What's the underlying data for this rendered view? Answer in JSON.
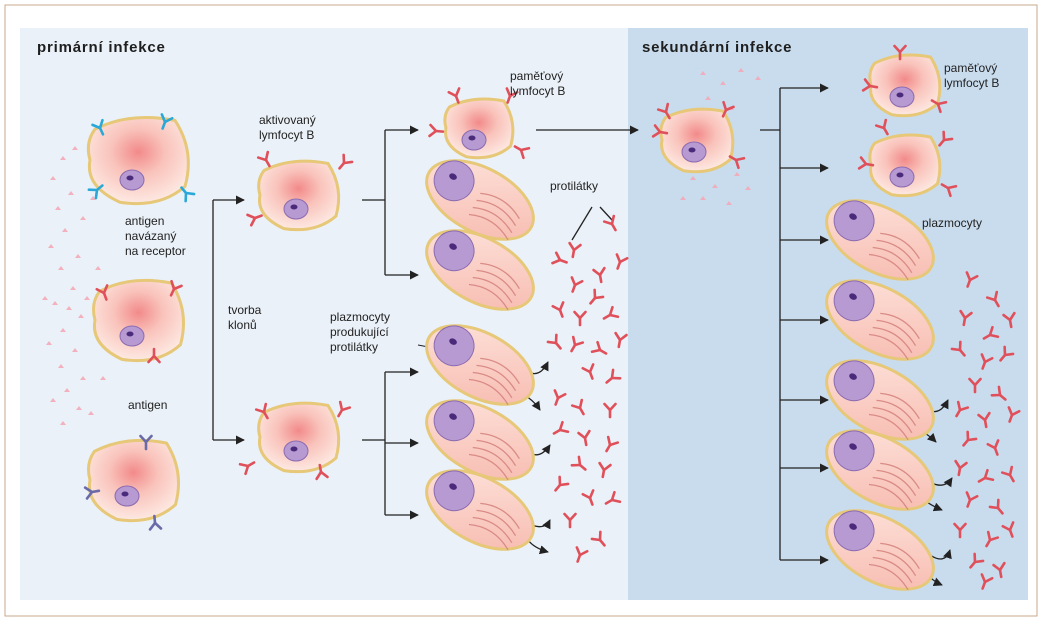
{
  "headings": {
    "primary": "primární infekce",
    "secondary": "sekundární infekce"
  },
  "labels": {
    "activated": [
      "aktivovaný",
      "lymfocyt B"
    ],
    "memory_left": [
      "paměťový",
      "lymfocyt B"
    ],
    "antibodies": "protilátky",
    "antigen_bound": [
      "antigen",
      "navázaný",
      "na receptor"
    ],
    "clones": [
      "tvorba",
      "klonů"
    ],
    "plasma_producing": [
      "plazmocyty",
      "produkující",
      "protilátky"
    ],
    "antigen": "antigen",
    "memory_right": [
      "paměťový",
      "lymfocyt B"
    ],
    "plasma_right": "plazmocyty"
  },
  "colors": {
    "panel_left": "#eaf1f8",
    "panel_right": "#c9dcee",
    "cell_body": "#fde6de",
    "cell_border": "#e6c878",
    "nucleus": "#b79ad2",
    "antibody_red": "#e0505a",
    "receptor_cyan": "#2aa8d8",
    "receptor_purple": "#6a6aa8",
    "antigen_pink": "#f4a6b4"
  },
  "icons": [
    "b-lymphocyte-icon",
    "plasma-cell-icon",
    "antibody-icon",
    "antigen-icon",
    "arrow-icon"
  ]
}
